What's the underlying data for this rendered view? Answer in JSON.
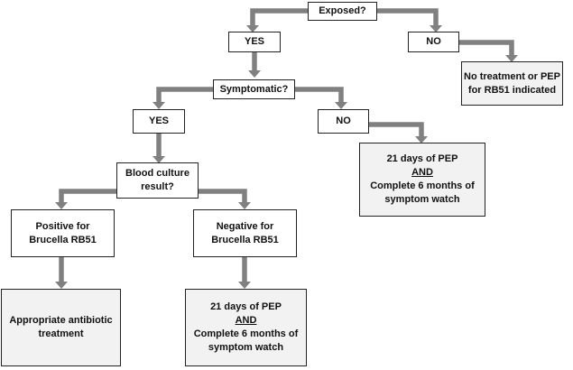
{
  "nodes": {
    "exposed": "Exposed?",
    "yes_exposed": "YES",
    "no_exposed": "NO",
    "no_treatment": [
      "No treatment or PEP",
      "for RB51 indicated"
    ],
    "symptomatic": "Symptomatic?",
    "yes_symptomatic": "YES",
    "no_symptomatic": "NO",
    "pep_right": [
      "21 days of PEP",
      "AND",
      "Complete 6 months of",
      "symptom watch"
    ],
    "blood_culture": [
      "Blood culture",
      "result?"
    ],
    "positive": [
      "Positive for",
      "Brucella RB51"
    ],
    "negative": [
      "Negative for",
      "Brucella RB51"
    ],
    "antibiotic": [
      "Appropriate antibiotic",
      "treatment"
    ],
    "pep_bottom": [
      "21 days of PEP",
      "AND",
      "Complete 6 months of",
      "symptom watch"
    ]
  },
  "colors": {
    "connector": "#808080",
    "outcome_fill": "#f2f2f2",
    "border": "#222222"
  }
}
